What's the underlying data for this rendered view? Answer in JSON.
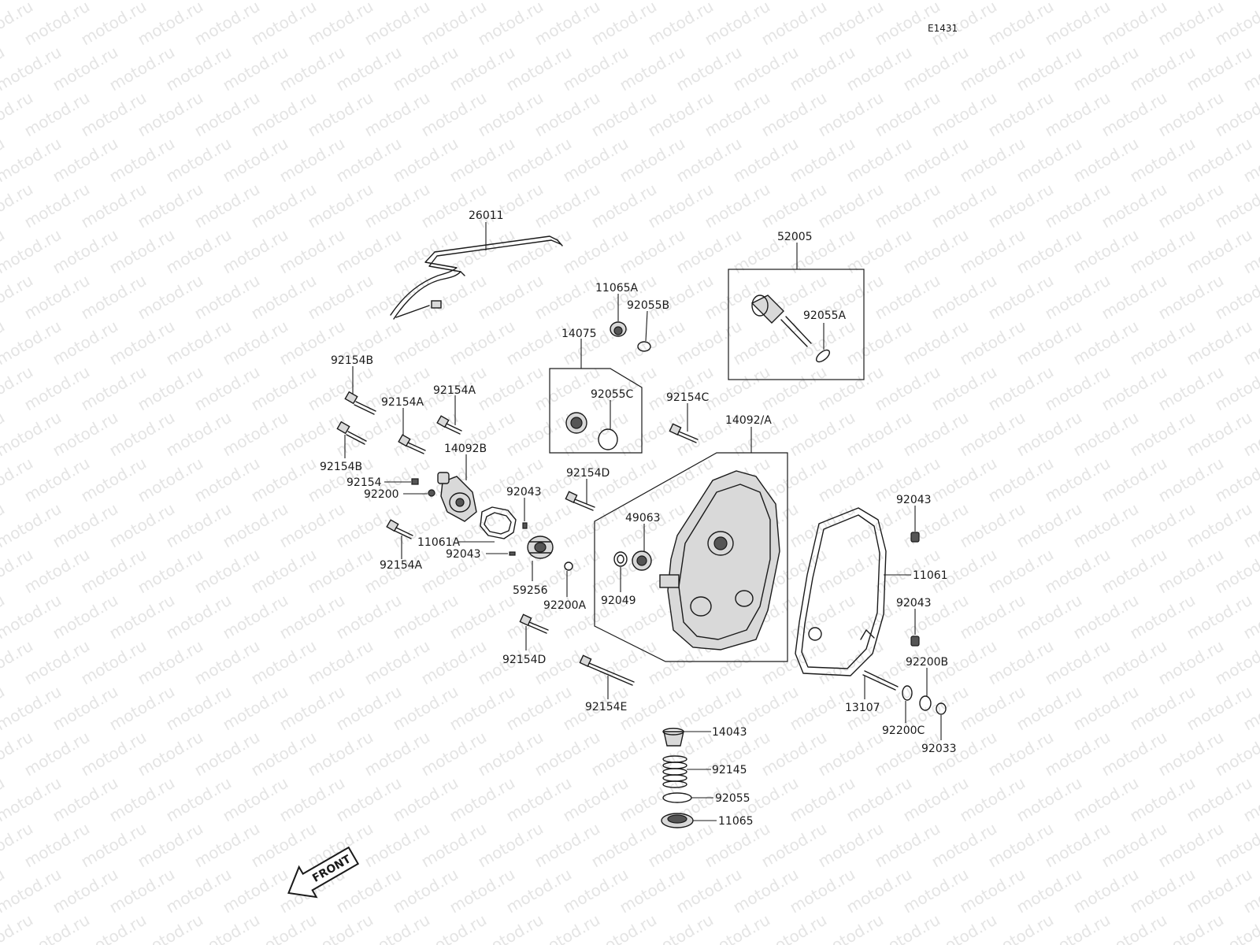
{
  "diagram": {
    "code": "E1431",
    "watermark": "motod.ru",
    "front_label": "FRONT",
    "labels": {
      "p26011": "26011",
      "p52005": "52005",
      "p11065A": "11065A",
      "p92055B": "92055B",
      "p14075": "14075",
      "p92055A": "92055A",
      "p92154B_top": "92154B",
      "p92154A_1": "92154A",
      "p92154A_2": "92154A",
      "p92055C": "92055C",
      "p92154C": "92154C",
      "p14092A": "14092/A",
      "p92154B_2": "92154B",
      "p14092B": "14092B",
      "p92154": "92154",
      "p92200": "92200",
      "p92043_1": "92043",
      "p92154D_1": "92154D",
      "p92043_r1": "92043",
      "p49063": "49063",
      "p11061A": "11061A",
      "p92043_2": "92043",
      "p92154A_3": "92154A",
      "p59256": "59256",
      "p92200A": "92200A",
      "p92049": "92049",
      "p11061": "11061",
      "p92043_r2": "92043",
      "p92154D_2": "92154D",
      "p92200B": "92200B",
      "p13107": "13107",
      "p92154E": "92154E",
      "p92200C": "92200C",
      "p92033": "92033",
      "p14043": "14043",
      "p92145": "92145",
      "p92055": "92055",
      "p11065": "11065"
    }
  }
}
